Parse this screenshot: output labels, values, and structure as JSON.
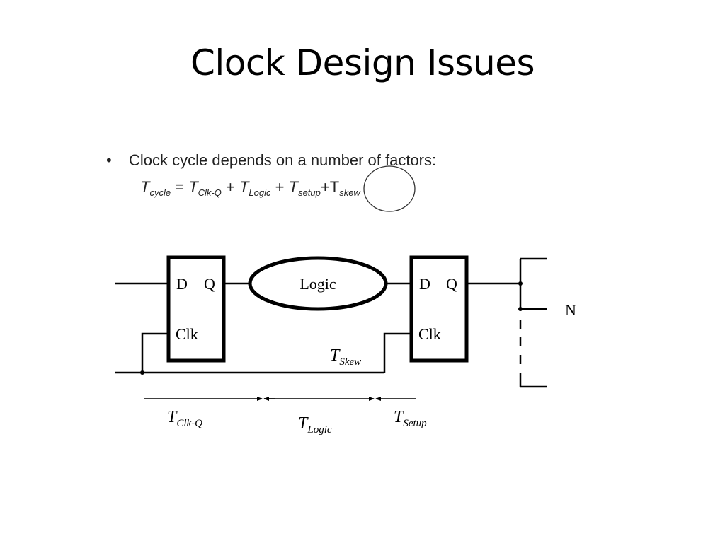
{
  "slide": {
    "title": "Clock Design Issues"
  },
  "bullet": {
    "text": "Clock cycle depends on a number of factors:",
    "formula": {
      "t": "T",
      "cycle_sub": "cycle",
      "eq": "=",
      "clkq_sub": "Clk-Q",
      "plus": "+",
      "logic_sub": "Logic",
      "setup_sub": "setup",
      "skew_sub": "skew"
    }
  },
  "diagram": {
    "ff1": {
      "d": "D",
      "q": "Q",
      "clk": "Clk"
    },
    "ff2": {
      "d": "D",
      "q": "Q",
      "clk": "Clk"
    },
    "logic": "Logic",
    "fanout": "N",
    "t": "T",
    "skew_sub": "Skew",
    "clkq_sub": "Clk-Q",
    "logic_sub": "Logic",
    "setup_sub": "Setup"
  }
}
